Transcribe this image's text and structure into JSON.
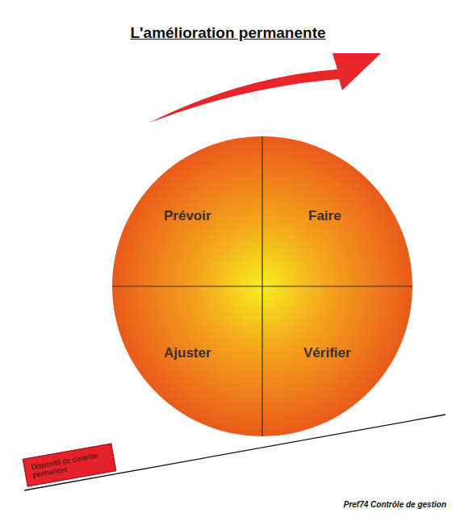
{
  "diagram": {
    "title": "L'amélioration permanente",
    "caption": "Pref74 Contrôle de gestion",
    "nodes": [
      {
        "text": [
          "Prévoir"
        ]
      },
      {
        "text": [
          "Faire"
        ]
      },
      {
        "text": [
          "Ajuster"
        ]
      },
      {
        "text": [
          "Vérifier"
        ]
      },
      {
        "text": [
          "Dispositif de contrôle permanent"
        ]
      }
    ]
  }
}
